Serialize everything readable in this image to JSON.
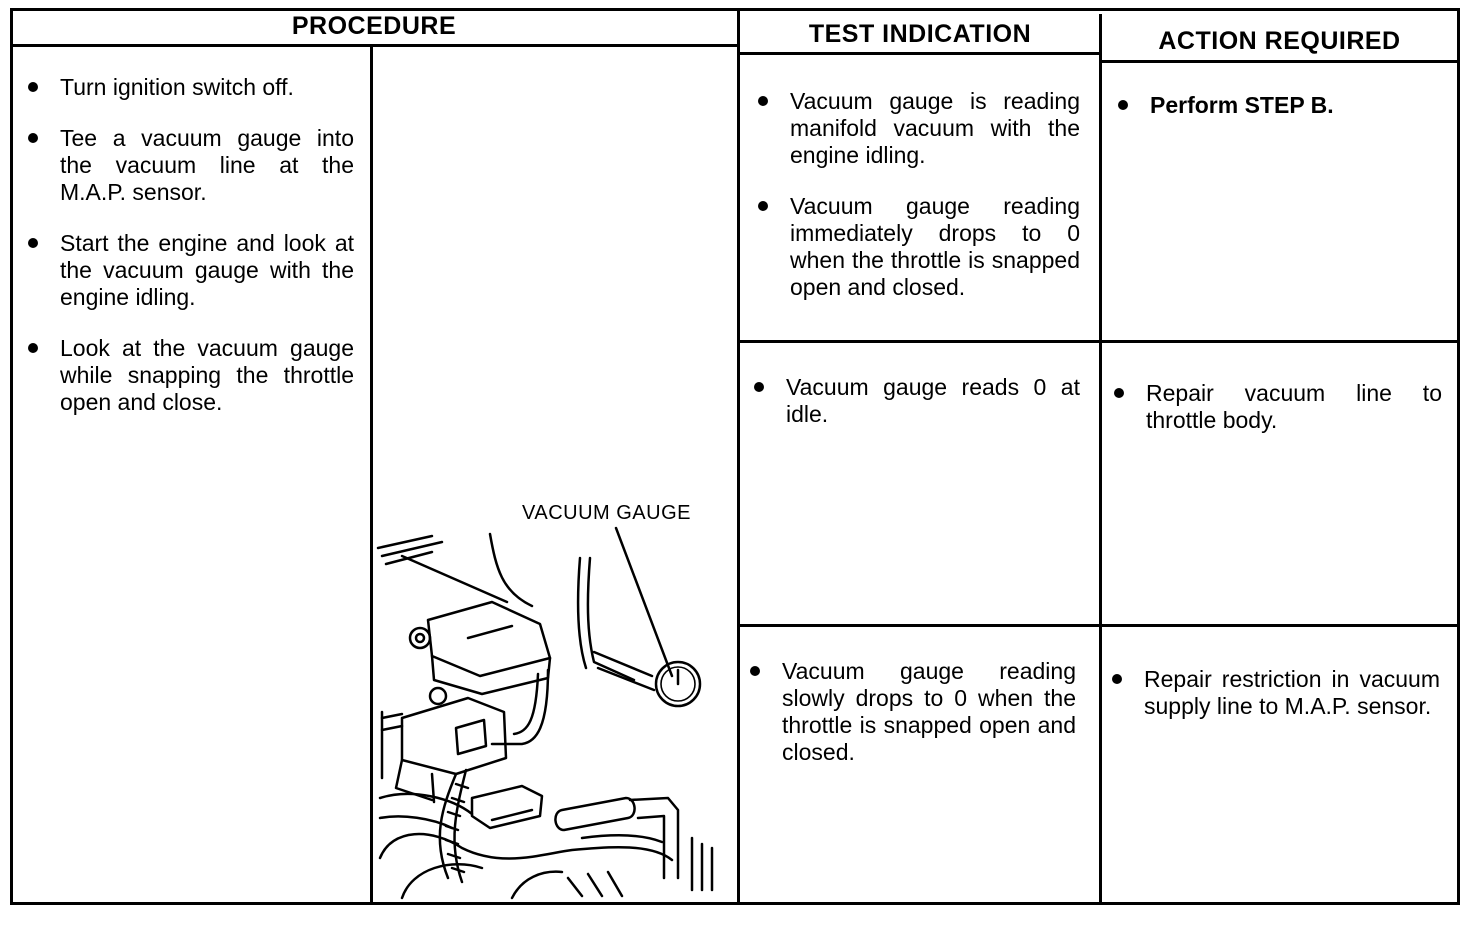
{
  "headers": {
    "procedure": "PROCEDURE",
    "test_indication": "TEST INDICATION",
    "action_required": "ACTION REQUIRED"
  },
  "procedure_steps": [
    "Turn ignition switch off.",
    "Tee a vacuum gauge into the vacuum line at the M.A.P. sensor.",
    "Start the engine and look at the vacuum gauge with the engine idling.",
    "Look at the vacuum gauge while snapping the throttle open and close."
  ],
  "figure": {
    "label": "VACUUM GAUGE"
  },
  "rows": [
    {
      "indications": [
        "Vacuum gauge is reading manifold vacuum with the engine idling.",
        "Vacuum gauge reading immediately drops to 0 when the throttle is snapped open and closed."
      ],
      "action": "Perform STEP B."
    },
    {
      "indications": [
        "Vacuum gauge reads 0 at idle."
      ],
      "action": "Repair vacuum line to throttle body."
    },
    {
      "indications": [
        "Vacuum gauge reading slowly drops to 0 when the throttle is snapped open and closed."
      ],
      "action": "Repair restriction in vacuum supply line to M.A.P. sensor."
    }
  ]
}
